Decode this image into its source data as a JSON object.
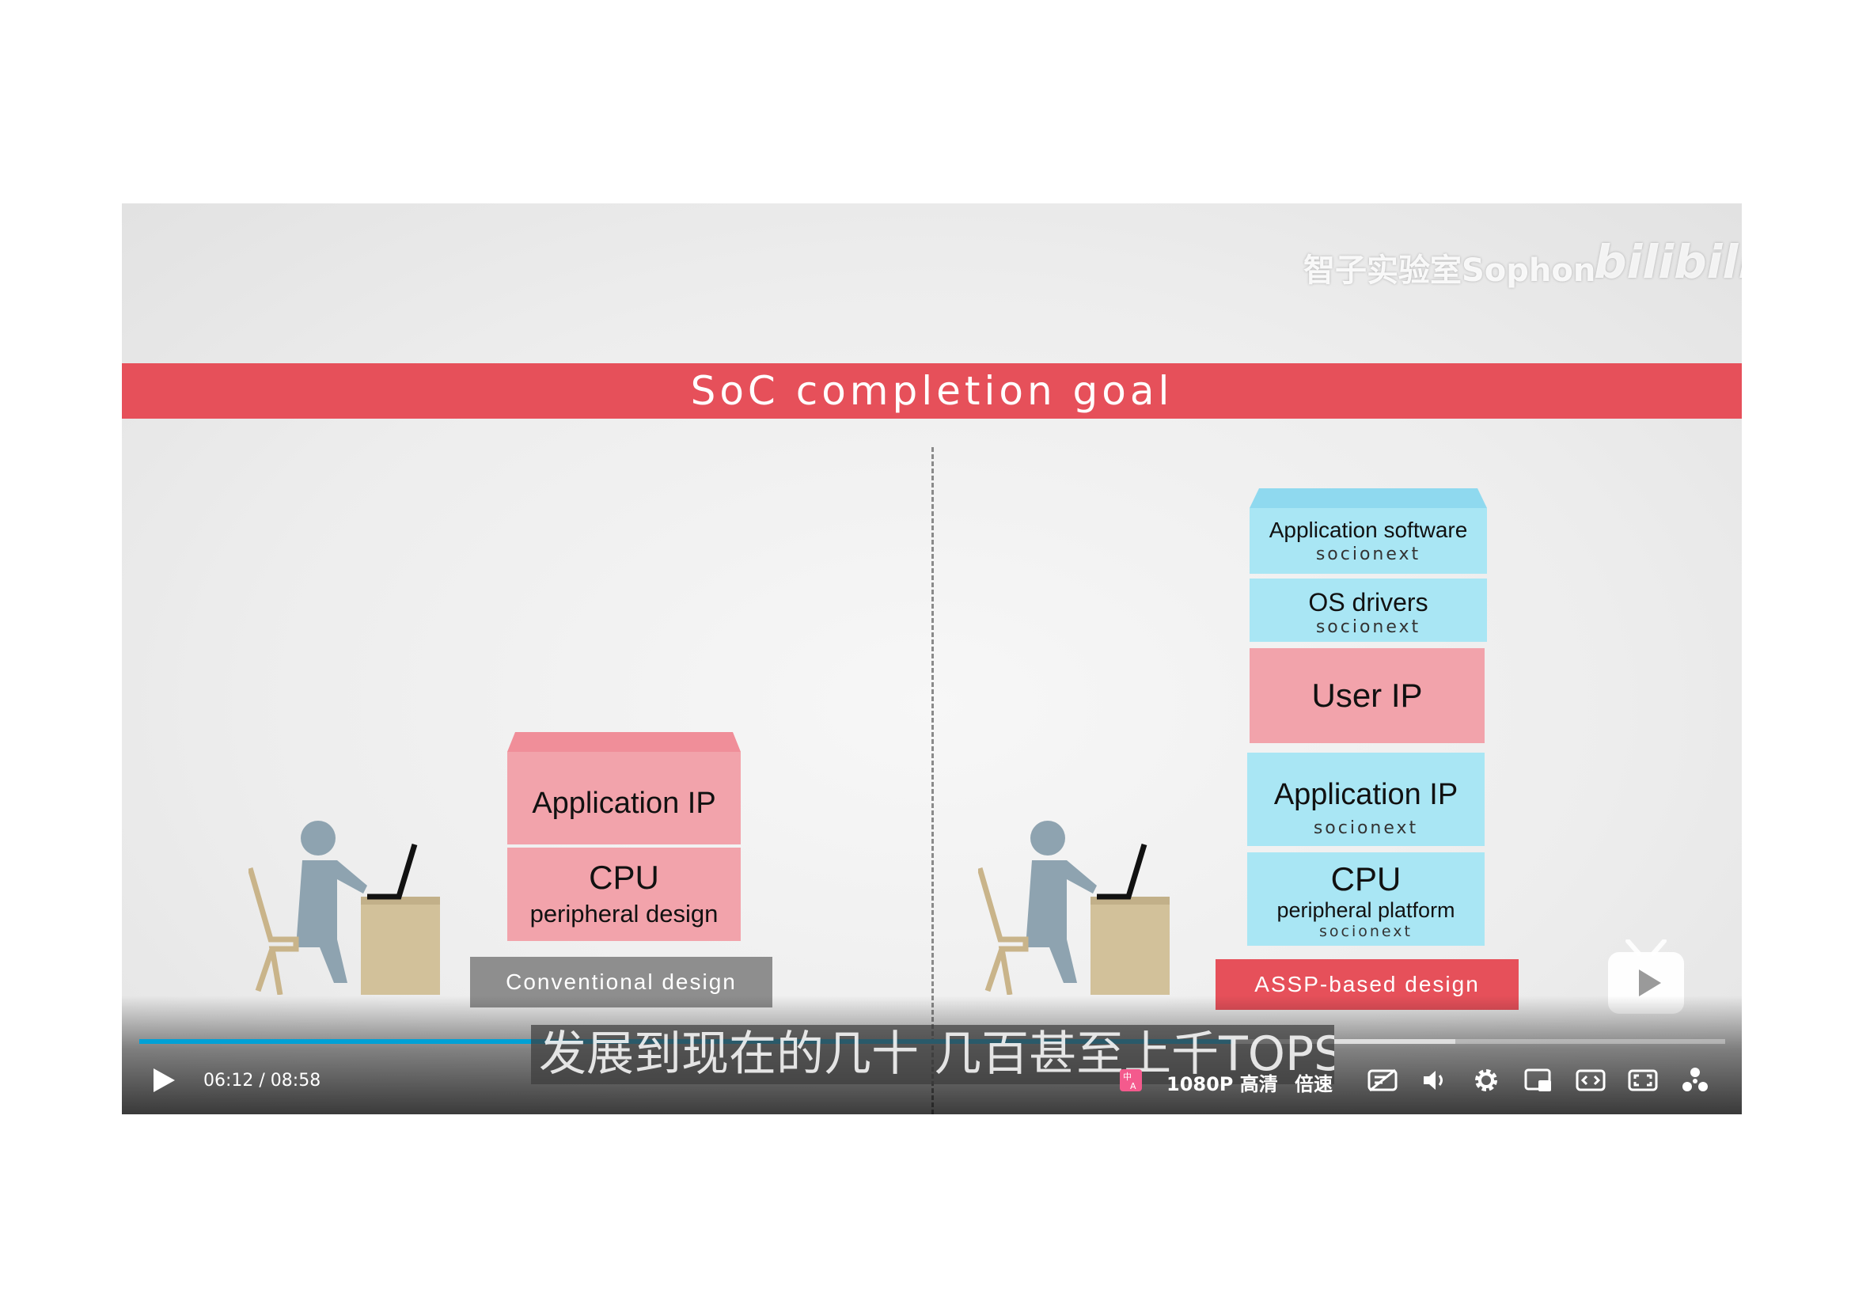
{
  "video": {
    "banner_title": "SoC completion goal",
    "watermark": "智子实验室Sophon",
    "platform_logo": "bilibili",
    "left_stack": {
      "blocks": [
        {
          "title": "Application IP",
          "subtitle": ""
        },
        {
          "title": "CPU",
          "subtitle": "peripheral design"
        }
      ],
      "base_label": "Conventional design",
      "top_bar_fill": 0.72
    },
    "right_stack": {
      "blocks": [
        {
          "title": "Application software",
          "brand": "socionext"
        },
        {
          "title": "OS drivers",
          "brand": "socionext"
        },
        {
          "title": "User IP",
          "brand": ""
        },
        {
          "title": "Application IP",
          "brand": "socionext"
        },
        {
          "title": "CPU",
          "subtitle": "peripheral platform",
          "brand": "socionext"
        }
      ],
      "base_label": "ASSP-based design",
      "top_bar_fill": 0.75
    },
    "subtitle": "发展到现在的几十 几百甚至上千TOPS"
  },
  "player": {
    "time": "06:12 / 08:58",
    "progress": 0.69,
    "buffered": 0.83,
    "quality": "1080P 高清",
    "speed_label": "倍速",
    "icons": [
      "play-icon",
      "subtitle-lang-icon",
      "danmaku-off-icon",
      "volume-icon",
      "settings-icon",
      "pip-icon",
      "widescreen-icon",
      "fullscreen-icon",
      "share-icon",
      "tv-icon"
    ],
    "colors": {
      "accent": "#00a1d6",
      "banner": "#e6505a",
      "pink": "#f2a3ab",
      "cyan": "#a9e6f4"
    }
  }
}
